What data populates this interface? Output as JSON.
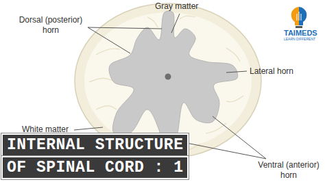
{
  "diagram": {
    "title": "INTERNAL STRUCTURE OF SPINAL CORD : 1",
    "labels": [
      "Gray matter",
      "Dorsal (posterior) horn",
      "Lateral horn",
      "White matter",
      "Ventral (anterior) horn",
      "TAIMEDS",
      "LEARN DIFFERENT"
    ]
  }
}
